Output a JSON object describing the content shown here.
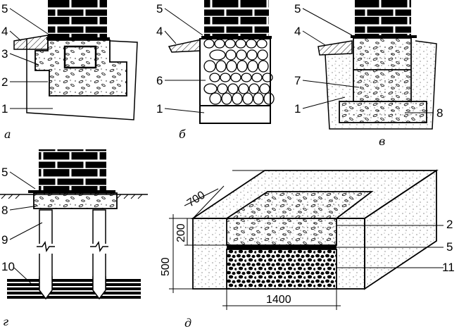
{
  "panels": [
    {
      "caption": "а",
      "labels": [
        "5",
        "4",
        "3",
        "2",
        "1"
      ]
    },
    {
      "caption": "б",
      "labels": [
        "5",
        "4",
        "6",
        "1"
      ]
    },
    {
      "caption": "в",
      "labels": [
        "5",
        "4",
        "7",
        "1",
        "8"
      ]
    },
    {
      "caption": "г",
      "labels": [
        "5",
        "8",
        "9",
        "10"
      ]
    },
    {
      "caption": "д",
      "labels": [
        "2",
        "5",
        "11"
      ]
    }
  ],
  "dimensions": {
    "width_top": "700",
    "layer_height": "200",
    "total_height": "500",
    "width_bottom": "1400"
  }
}
